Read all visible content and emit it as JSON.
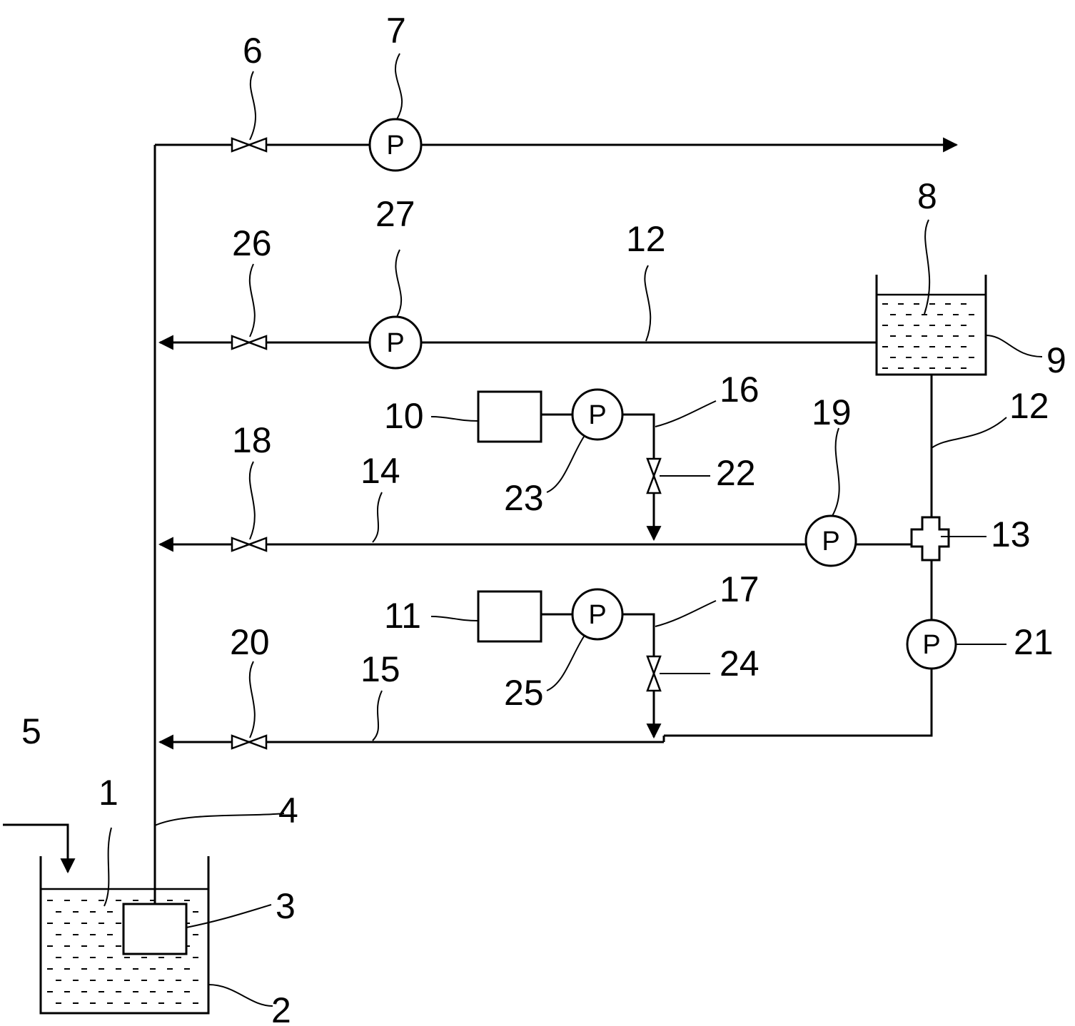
{
  "pump_symbol": "P",
  "labels": {
    "l1": "1",
    "l2": "2",
    "l3": "3",
    "l4": "4",
    "l5": "5",
    "l6": "6",
    "l7": "7",
    "l8": "8",
    "l9": "9",
    "l10": "10",
    "l11": "11",
    "l12a": "12",
    "l12b": "12",
    "l13": "13",
    "l14": "14",
    "l15": "15",
    "l16": "16",
    "l17": "17",
    "l18": "18",
    "l19": "19",
    "l20": "20",
    "l21": "21",
    "l22": "22",
    "l23": "23",
    "l24": "24",
    "l25": "25",
    "l26": "26",
    "l27": "27"
  },
  "colors": {
    "ink": "#000000",
    "background": "#ffffff"
  }
}
